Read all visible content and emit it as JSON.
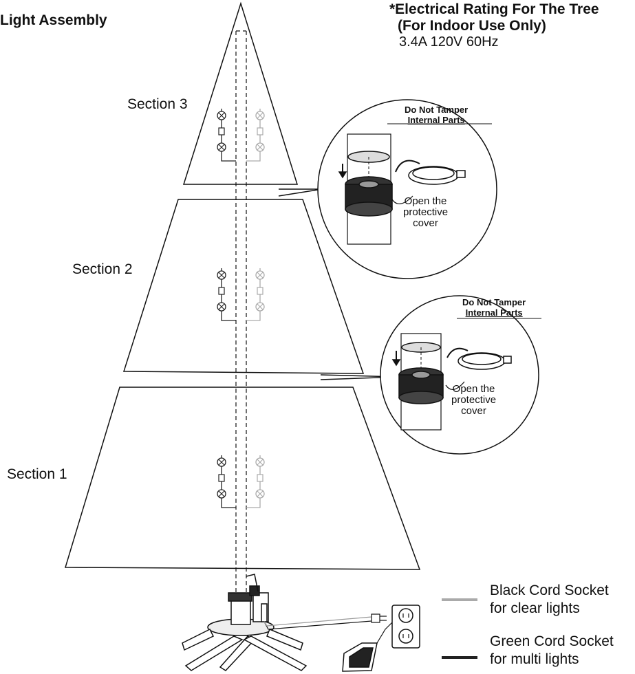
{
  "title": "Light Assembly",
  "rating": {
    "line1": "*Electrical Rating For The Tree",
    "line2": "(For Indoor Use Only)",
    "line3": "3.4A 120V 60Hz"
  },
  "sections": [
    {
      "label": "Section 3"
    },
    {
      "label": "Section 2"
    },
    {
      "label": "Section 1"
    }
  ],
  "callouts": [
    {
      "warning_line1": "Do Not Tamper",
      "warning_line2": "Internal Parts",
      "text_line1": "Open the",
      "text_line2": "protective",
      "text_line3": "cover"
    },
    {
      "warning_line1": "Do Not Tamper",
      "warning_line2": "Internal Parts",
      "text_line1": "Open the",
      "text_line2": "protective",
      "text_line3": "cover"
    }
  ],
  "legend": [
    {
      "line1": "Black Cord Socket",
      "line2": "for clear lights",
      "swatch_color": "#aaaaaa"
    },
    {
      "line1": "Green Cord Socket",
      "line2": "for multi lights",
      "swatch_color": "#222222"
    }
  ]
}
